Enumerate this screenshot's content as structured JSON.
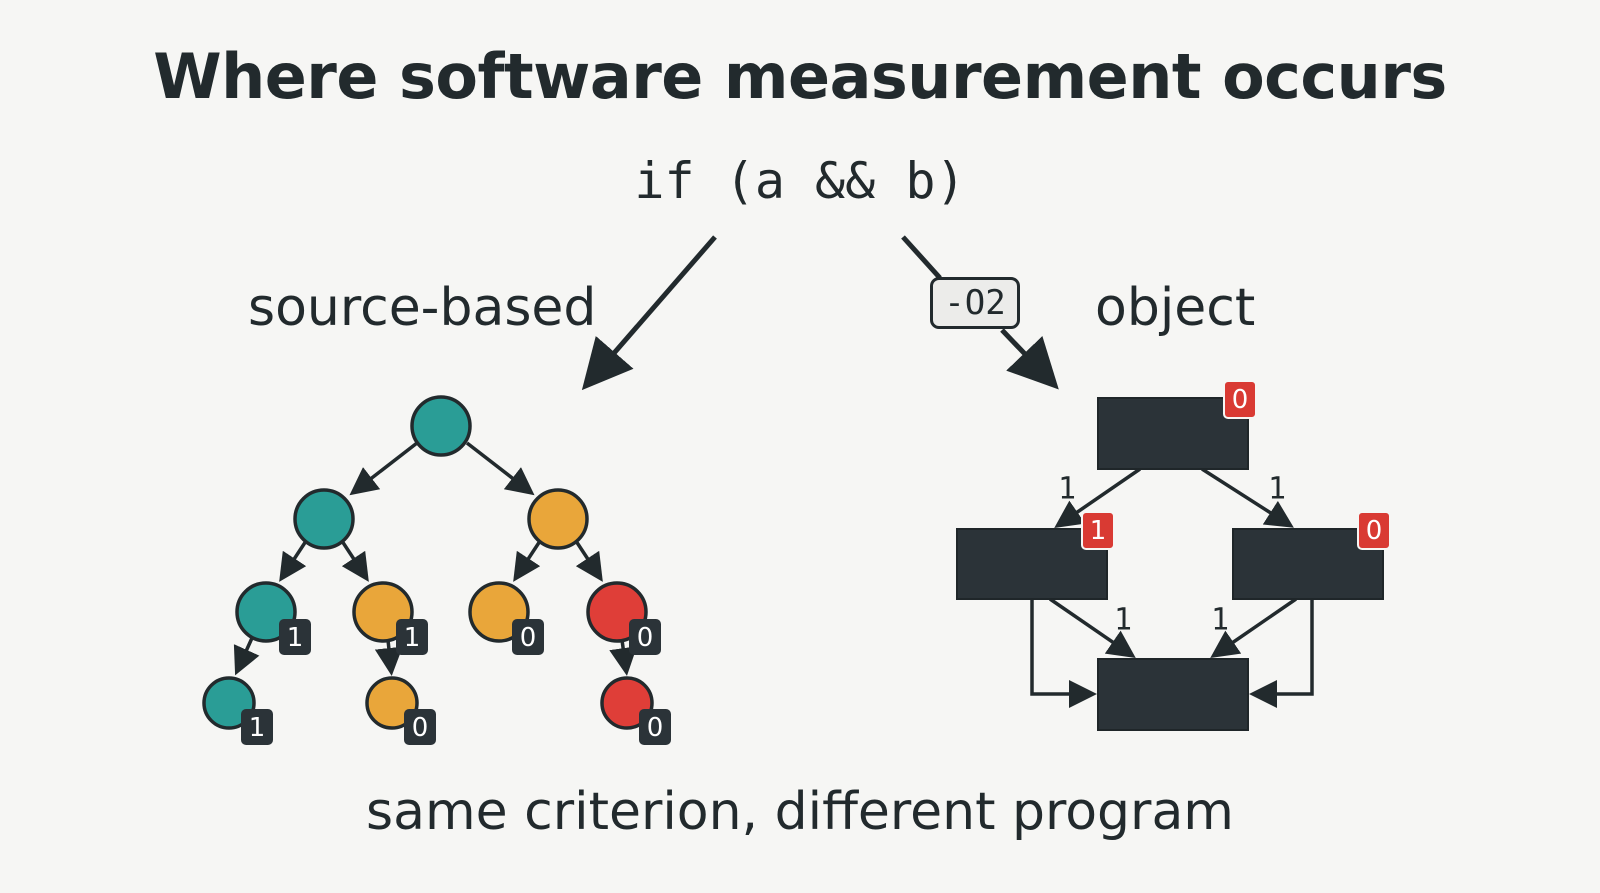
{
  "title": "Where software measurement occurs",
  "code_snippet": "if (a && b)",
  "optimization_flag": "-O2",
  "left_label": "source-based",
  "right_label": "object",
  "caption": "same criterion, different program",
  "colors": {
    "teal": "#2a9d96",
    "orange": "#e9a63a",
    "red": "#df3e38",
    "dark": "#2b3338",
    "badge_red": "#d93a33",
    "background": "#f6f6f4"
  },
  "source_tree": {
    "nodes": [
      {
        "id": "root",
        "color": "teal",
        "count": null
      },
      {
        "id": "l1",
        "color": "teal",
        "count": null
      },
      {
        "id": "r1",
        "color": "orange",
        "count": null
      },
      {
        "id": "l1l",
        "color": "teal",
        "count": "1"
      },
      {
        "id": "l1r",
        "color": "orange",
        "count": "1"
      },
      {
        "id": "r1l",
        "color": "orange",
        "count": "0"
      },
      {
        "id": "r1r",
        "color": "red",
        "count": "0"
      },
      {
        "id": "l1l-child",
        "color": "teal",
        "count": "1"
      },
      {
        "id": "l1r-child",
        "color": "orange",
        "count": "0"
      },
      {
        "id": "r1r-child",
        "color": "red",
        "count": "0"
      }
    ],
    "edges": [
      [
        "root",
        "l1"
      ],
      [
        "root",
        "r1"
      ],
      [
        "l1",
        "l1l"
      ],
      [
        "l1",
        "l1r"
      ],
      [
        "r1",
        "r1l"
      ],
      [
        "r1",
        "r1r"
      ],
      [
        "l1l",
        "l1l-child"
      ],
      [
        "l1r",
        "l1r-child"
      ],
      [
        "r1r",
        "r1r-child"
      ]
    ]
  },
  "object_graph": {
    "blocks": [
      {
        "id": "entry",
        "count": "0"
      },
      {
        "id": "left",
        "count": "1"
      },
      {
        "id": "right",
        "count": "0"
      },
      {
        "id": "exit",
        "count": null
      }
    ],
    "edges": [
      {
        "from": "entry",
        "to": "left",
        "label": "1"
      },
      {
        "from": "entry",
        "to": "right",
        "label": "1"
      },
      {
        "from": "left",
        "to": "exit",
        "label": "1"
      },
      {
        "from": "right",
        "to": "exit",
        "label": "1"
      },
      {
        "from": "left",
        "to": "exit",
        "label": null
      },
      {
        "from": "right",
        "to": "exit",
        "label": null
      }
    ]
  }
}
